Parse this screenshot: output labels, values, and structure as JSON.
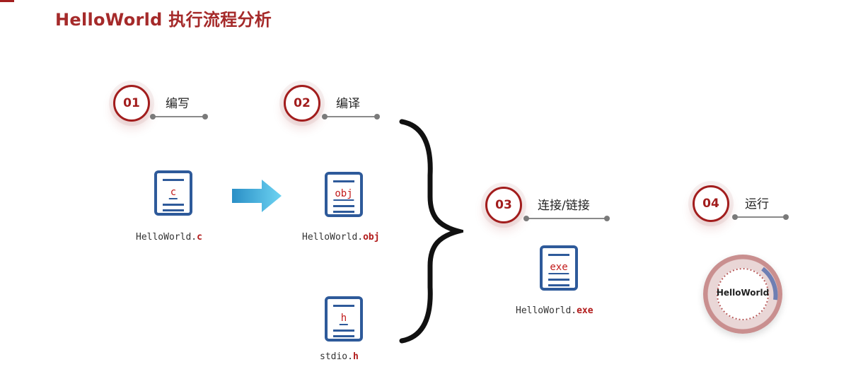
{
  "title": "HelloWorld 执行流程分析",
  "steps": [
    {
      "num": "01",
      "label": "编写"
    },
    {
      "num": "02",
      "label": "编译"
    },
    {
      "num": "03",
      "label": "连接/链接"
    },
    {
      "num": "04",
      "label": "运行"
    }
  ],
  "files": {
    "c": {
      "tag": "c",
      "base": "HelloWorld.",
      "ext": "c"
    },
    "obj": {
      "tag": "obj",
      "base": "HelloWorld.",
      "ext": "obj"
    },
    "h": {
      "tag": "h",
      "base": "stdio.",
      "ext": "h"
    },
    "exe": {
      "tag": "exe",
      "base": "HelloWorld.",
      "ext": "exe"
    }
  },
  "run": {
    "label": "HelloWorld"
  },
  "colors": {
    "accent": "#a21d1d",
    "icon": "#2e5a9a",
    "arrow": "#2fa3d6"
  }
}
